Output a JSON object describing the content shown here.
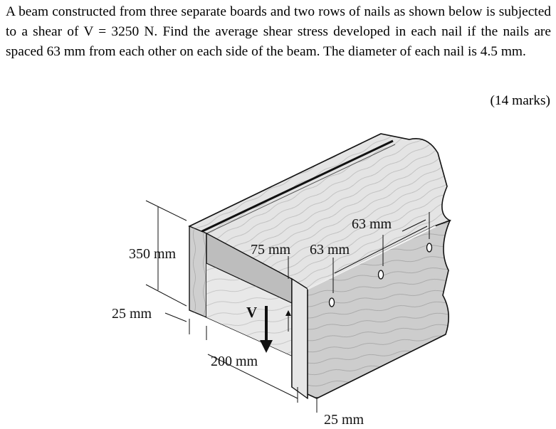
{
  "problem": {
    "text": "A beam constructed from three separate boards and two rows of nails as shown below is subjected to a shear of V = 3250 N. Find the average shear stress developed in each nail if the nails are spaced 63 mm from each other on each side of the beam. The diameter of each nail is 4.5 mm.",
    "marks": "(14 marks)"
  },
  "figure": {
    "labels": {
      "height": "350 mm",
      "flange_thickness": "25 mm",
      "web_spacing": "75 mm",
      "nail_spacing_left": "63 mm",
      "nail_spacing_right": "63 mm",
      "width": "200 mm",
      "web_thickness": "25 mm",
      "shear": "V"
    },
    "colors": {
      "wood_top": "#e4e4e4",
      "wood_front": "#cdcdcd",
      "wood_side": "#dadada",
      "wood_dark": "#9a9a9a",
      "grain": "#8a8a8a"
    }
  }
}
